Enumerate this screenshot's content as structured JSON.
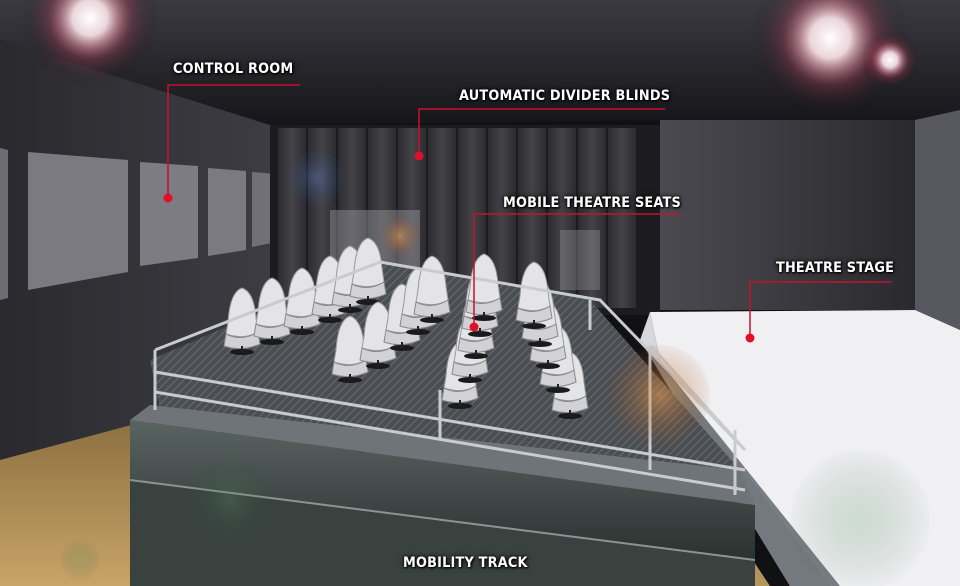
{
  "labels": {
    "control_room": "CONTROL ROOM",
    "divider_blinds": "AUTOMATIC DIVIDER BLINDS",
    "theatre_seats": "MOBILE THEATRE SEATS",
    "theatre_stage": "THEATRE STAGE",
    "mobility_track": "MOBILITY TRACK"
  },
  "colors": {
    "callout_line": "#c8102e",
    "callout_dot": "#e0102a",
    "label_text": "#ffffff",
    "stage_floor": "#f2f2f2",
    "sand": "#b8955a",
    "seat": "#e6e6e6"
  }
}
